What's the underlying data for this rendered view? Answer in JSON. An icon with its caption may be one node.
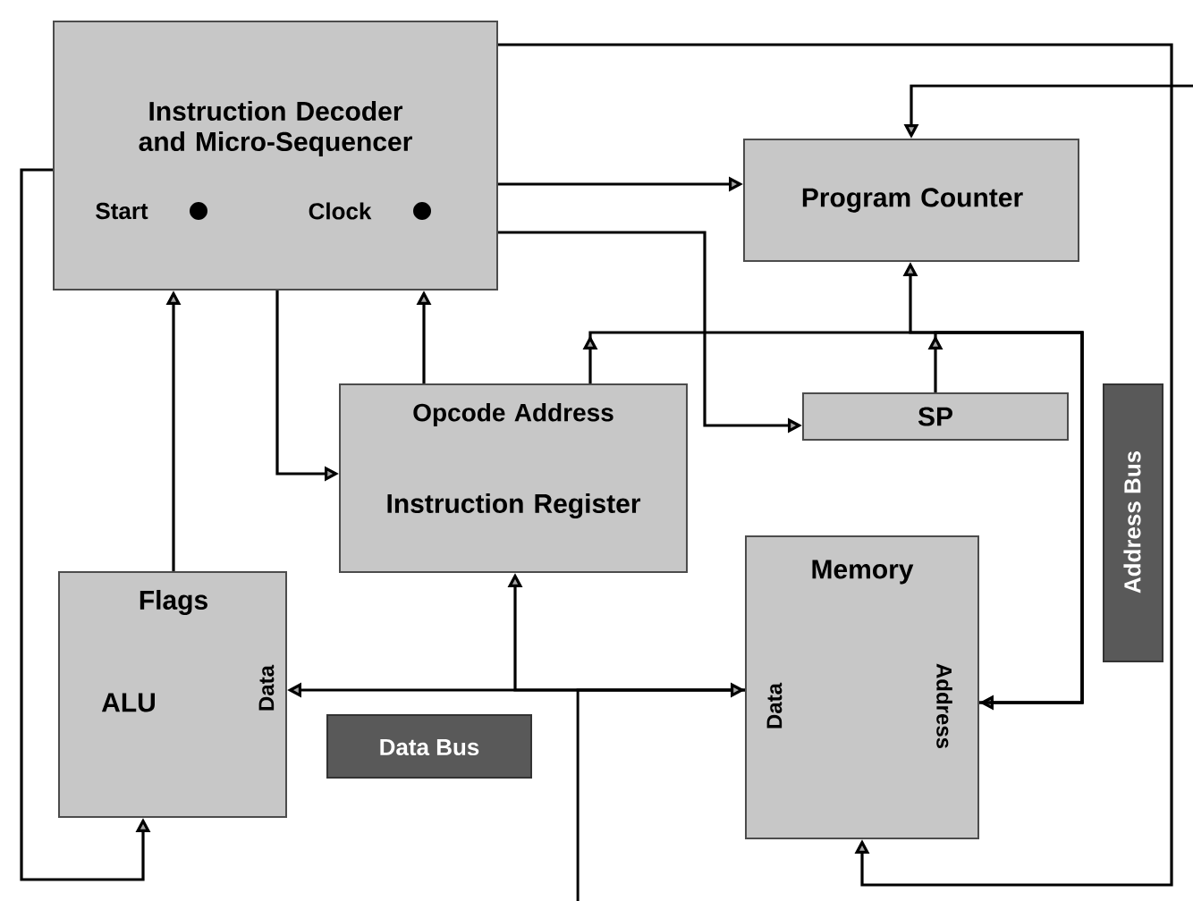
{
  "diagram": {
    "nodes": [
      {
        "text": [
          "Instruction Decoder and Micro-Sequencer",
          "Start",
          "Clock"
        ]
      },
      {
        "text": [
          "Program Counter"
        ]
      },
      {
        "text": [
          "SP"
        ]
      },
      {
        "text": [
          "Opcode Address",
          "Instruction Register"
        ]
      },
      {
        "text": [
          "Flags",
          "ALU",
          "Data"
        ]
      },
      {
        "text": [
          "Memory",
          "Data",
          "Address"
        ]
      },
      {
        "text": [
          "Data Bus"
        ]
      },
      {
        "text": [
          "Address Bus"
        ]
      }
    ],
    "edges": [
      {
        "from": 0,
        "to": 5,
        "arrow": "to"
      },
      {
        "from": null,
        "to": 1,
        "arrow": "to"
      },
      {
        "from": 0,
        "to": 1,
        "arrow": "to"
      },
      {
        "from": 0,
        "to": 2,
        "arrow": "to"
      },
      {
        "from": 0,
        "to": 3,
        "arrow": "to"
      },
      {
        "from": 3,
        "to": 0,
        "arrow": "to"
      },
      {
        "from": 4,
        "to": 0,
        "arrow": "to"
      },
      {
        "from": 0,
        "to": 4,
        "arrow": "to"
      },
      {
        "from": 1,
        "to": 5,
        "arrow": "both"
      },
      {
        "from": 2,
        "to": 5,
        "arrow": "to"
      },
      {
        "from": 3,
        "to": 5,
        "arrow": "to"
      },
      {
        "from": 5,
        "to": 4,
        "arrow": "to"
      },
      {
        "from": 5,
        "to": 3,
        "arrow": "to"
      },
      {
        "from": null,
        "to": 5,
        "arrow": "to"
      }
    ]
  }
}
